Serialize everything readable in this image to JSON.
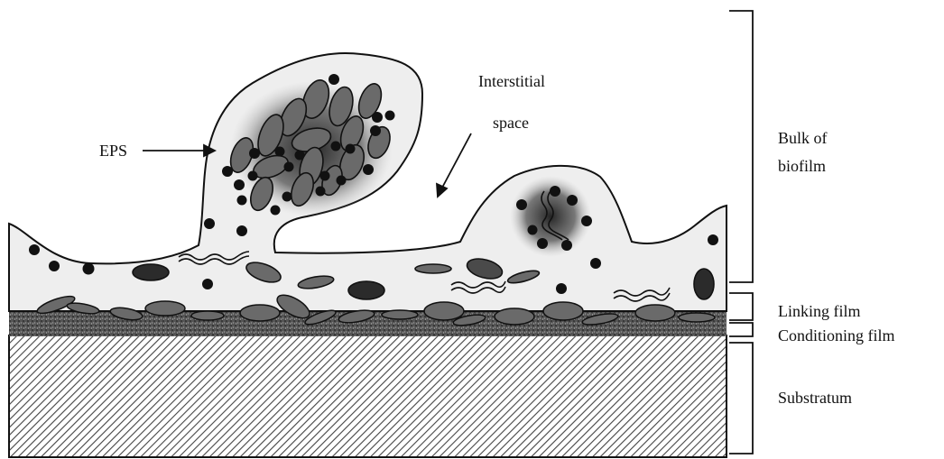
{
  "labels": {
    "eps": "EPS",
    "interstitial_line1": "Interstitial",
    "interstitial_line2": "space",
    "bulk_line1": "Bulk of",
    "bulk_line2": "biofilm",
    "linking": "Linking film",
    "conditioning": "Conditioning film",
    "substratum": "Substratum"
  },
  "colors": {
    "matrix_fill": "#eeeeee",
    "outline": "#111111",
    "cell_fill": "#6a6a6a",
    "dark_cell": "#2b2b2b",
    "cluster_shade": "#1a1a1a"
  }
}
